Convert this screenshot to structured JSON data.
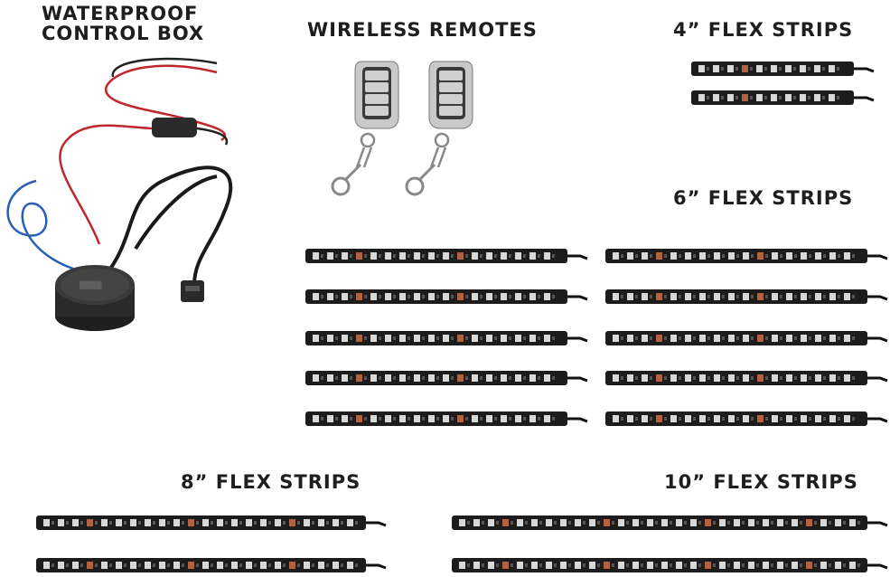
{
  "labels": {
    "control_box": "WATERPROOF\nCONTROL BOX",
    "remotes": "WIRELESS REMOTES",
    "strips_4": "4” FLEX STRIPS",
    "strips_6": "6” FLEX STRIPS",
    "strips_8": "8” FLEX STRIPS",
    "strips_10": "10” FLEX STRIPS"
  },
  "colors": {
    "strip_body": "#1c1c1c",
    "led_white": "#d8d8d8",
    "led_amber": "#b0633e",
    "wire_red": "#c0272d",
    "wire_blue": "#2a5fb8",
    "remote_silver": "#c9c9c9"
  },
  "items": {
    "control_box_icon": "control-box",
    "remote_icon": "keyfob-remote",
    "strip_icon": "led-strip"
  }
}
